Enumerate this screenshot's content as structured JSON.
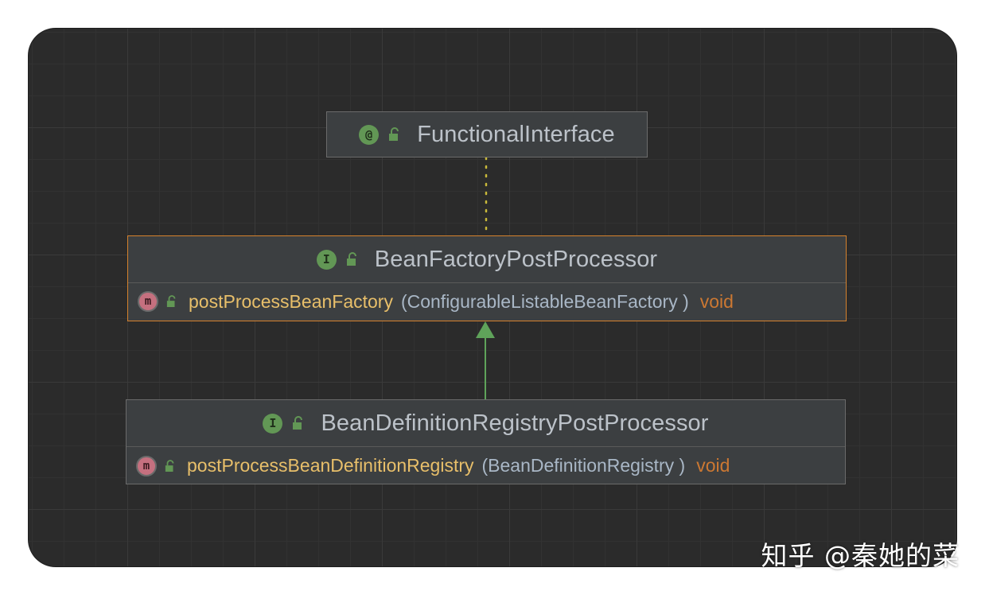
{
  "nodes": {
    "functional_interface": {
      "kind_icon": "annotation-icon",
      "kind_glyph": "@",
      "title": "FunctionalInterface"
    },
    "bean_factory_post_processor": {
      "kind_icon": "interface-icon",
      "kind_glyph": "I",
      "title": "BeanFactoryPostProcessor",
      "method": {
        "kind_glyph": "m",
        "name": "postProcessBeanFactory",
        "params": "(ConfigurableListableBeanFactory )",
        "return_type": "void"
      }
    },
    "bean_definition_registry_post_processor": {
      "kind_icon": "interface-icon",
      "kind_glyph": "I",
      "title": "BeanDefinitionRegistryPostProcessor",
      "method": {
        "kind_glyph": "m",
        "name": "postProcessBeanDefinitionRegistry",
        "params": "(BeanDefinitionRegistry )",
        "return_type": "void"
      }
    }
  },
  "edges": [
    {
      "from": "bean_factory_post_processor",
      "to": "functional_interface",
      "style": "dotted",
      "color": "#c9b93a"
    },
    {
      "from": "bean_definition_registry_post_processor",
      "to": "bean_factory_post_processor",
      "style": "extends",
      "color": "#5fa35a"
    }
  ],
  "colors": {
    "background": "#2b2b2b",
    "node_fill": "#3c3f41",
    "selected_border": "#d6822d",
    "interface_icon": "#629755",
    "method_icon": "#c5707f",
    "method_name": "#e8bf6a",
    "return_type": "#cc7832"
  },
  "watermark": "知乎 @秦她的菜"
}
